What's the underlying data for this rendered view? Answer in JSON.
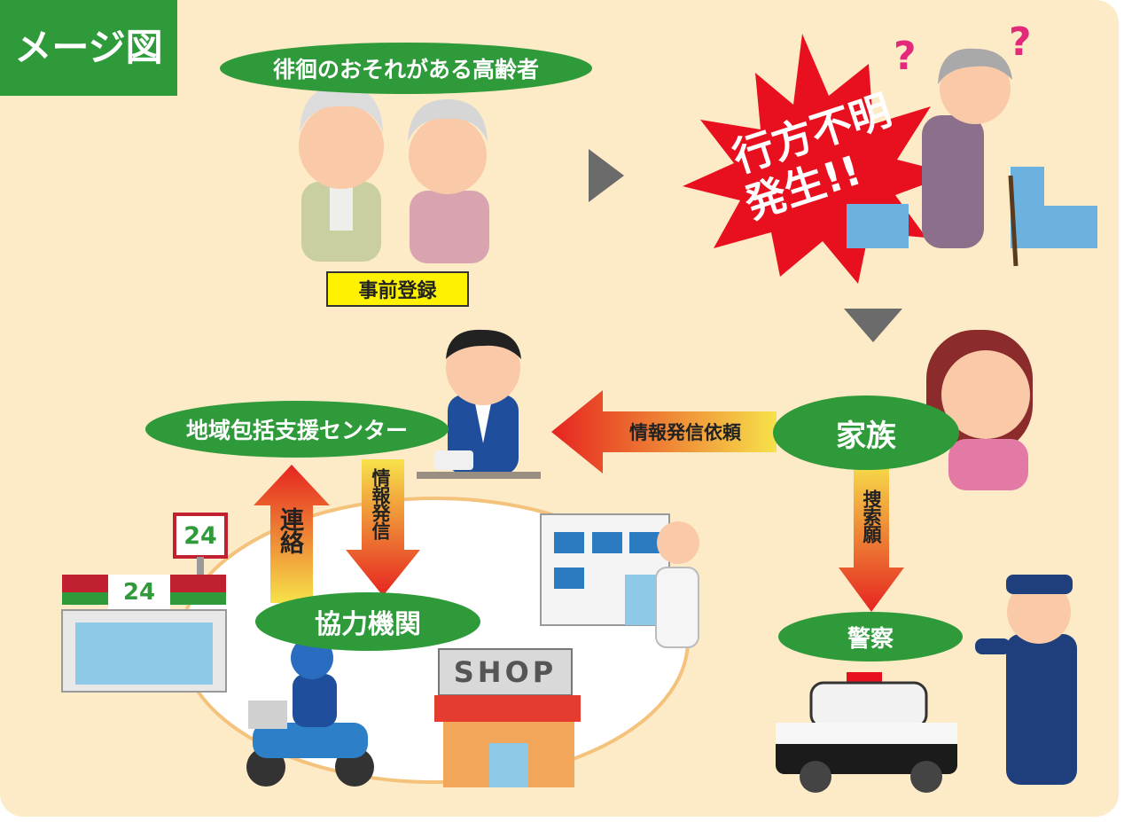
{
  "header": {
    "title": "メージ図"
  },
  "elderly": {
    "label": "徘徊のおそれがある高齢者",
    "badge": "事前登録"
  },
  "incident": {
    "line1": "行方不明",
    "line2": "発生!!"
  },
  "family": {
    "label": "家族"
  },
  "center": {
    "label": "地域包括支援センター"
  },
  "partners": {
    "label": "協力機関"
  },
  "police": {
    "label": "警察"
  },
  "arrows": {
    "request": "情報発信依頼",
    "broadcast": "情報発信",
    "contact": "連絡",
    "search": "捜索願"
  },
  "signs": {
    "store_number": "24",
    "shop": "SHOP"
  },
  "colors": {
    "background": "#fdebc8",
    "green": "#2e9a3a",
    "badge_yellow": "#fff200",
    "burst_red": "#e8101e",
    "arrow_red": "#e52420",
    "arrow_yellow": "#f7e24a",
    "triangle_gray": "#6b6b6b"
  }
}
